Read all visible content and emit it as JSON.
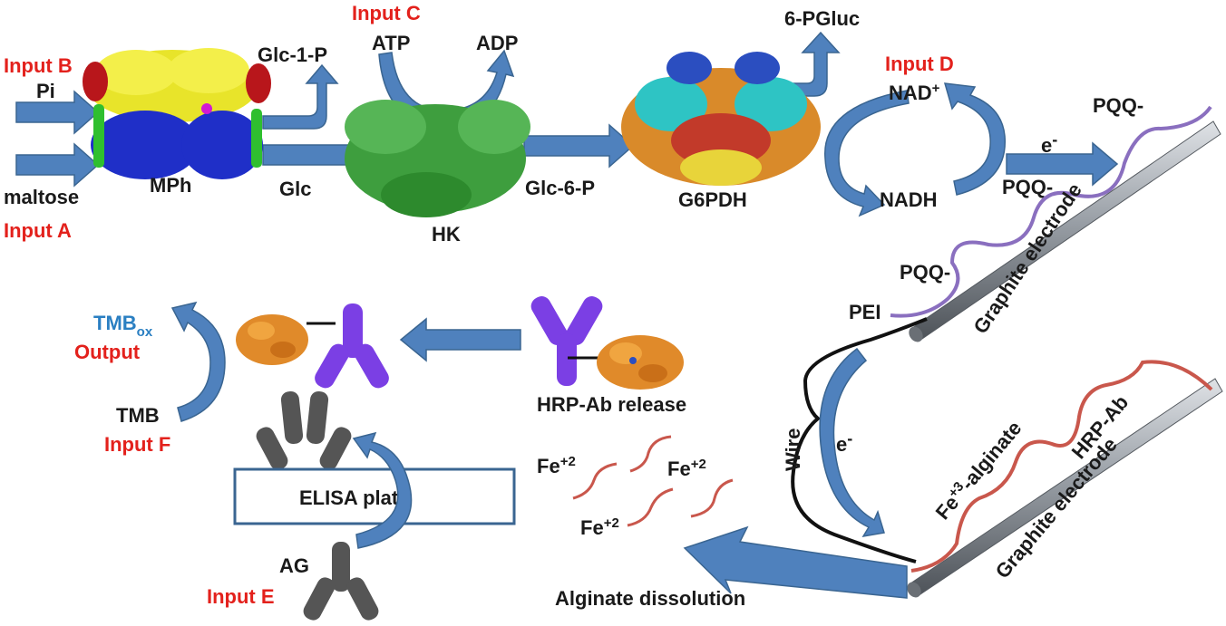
{
  "labels": {
    "input_b": "Input B",
    "pi": "Pi",
    "maltose": "maltose",
    "input_a": "Input A",
    "mph": "MPh",
    "glc1p": "Glc-1-P",
    "glc": "Glc",
    "input_c": "Input C",
    "atp": "ATP",
    "adp": "ADP",
    "hk": "HK",
    "glc6p": "Glc-6-P",
    "g6pdh": "G6PDH",
    "pgluc": "6-PGluc",
    "input_d": "Input D",
    "nad": "NAD",
    "nad_sup": "+",
    "nadh": "NADH",
    "e_top": "e",
    "e_top_sup": "-",
    "pqq_1": "PQQ-",
    "pqq_2": "PQQ-",
    "pqq_3": "PQQ-",
    "graphite_1": "Graphite electrode",
    "pei": "PEI",
    "tmb_ox_main": "TMB",
    "tmb_ox_sub": "ox",
    "output": "Output",
    "tmb": "TMB",
    "input_f": "Input F",
    "hrp_ab_release": "HRP-Ab release",
    "elisa_plate": "ELISA plate",
    "ag": "AG",
    "input_e": "Input E",
    "wire": "Wire",
    "e_mid": "e",
    "e_mid_sup": "-",
    "fe_a": "Fe",
    "fe_a_sup": "+2",
    "fe_b": "Fe",
    "fe_b_sup": "+2",
    "fe_c": "Fe",
    "fe_c_sup": "+2",
    "fe3": "Fe",
    "fe3_sup": "+3",
    "fe3_rest": "-alginate",
    "hrp_ab": "HRP-Ab",
    "graphite_2": "Graphite electrode",
    "alginate_dissolution": "Alginate dissolution"
  },
  "colors": {
    "arrow_fill": "#4f81bd",
    "arrow_stroke": "#3a6591",
    "input_red": "#e3211c",
    "tmb_blue": "#2a7fc2",
    "antibody_purple": "#7b3fe4",
    "antibody_gray": "#555555",
    "pqq_purple": "#8a6fbf",
    "alginate_red": "#c9574c",
    "electrode_gray": "#8a8f96"
  },
  "icons": [
    "mph-protein-icon",
    "hk-protein-icon",
    "g6pdh-protein-icon",
    "hrp-protein-icon",
    "antibody-icon",
    "electrode-icon"
  ]
}
